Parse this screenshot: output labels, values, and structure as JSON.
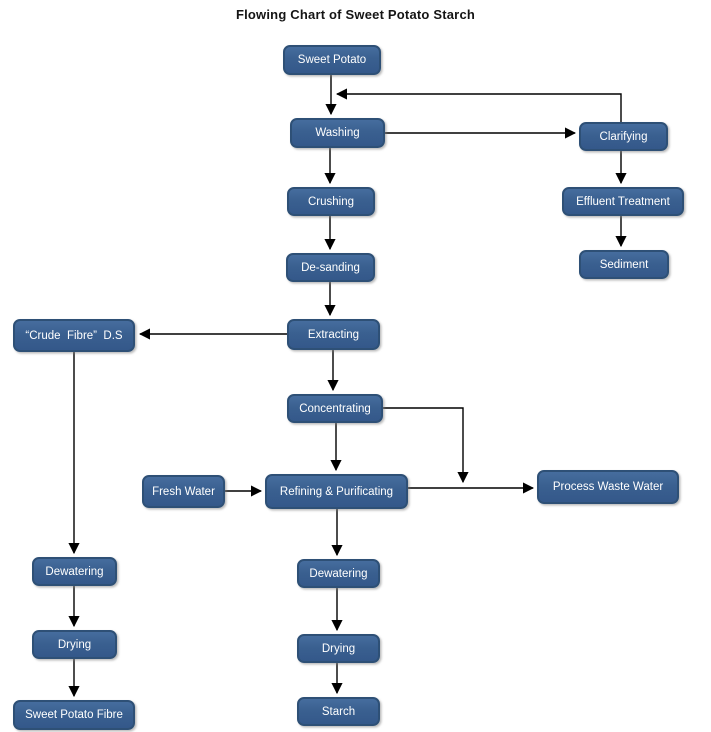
{
  "title": "Flowing Chart of Sweet Potato Starch",
  "colors": {
    "node_fill": "#3a6090",
    "node_border": "#2e5076",
    "node_text": "#ffffff",
    "connector": "#000000",
    "background": "#ffffff"
  },
  "nodes": {
    "sweet_potato": {
      "label": "Sweet Potato"
    },
    "washing": {
      "label": "Washing"
    },
    "clarifying": {
      "label": "Clarifying"
    },
    "crushing": {
      "label": "Crushing"
    },
    "effluent_treatment": {
      "label": "Effluent Treatment"
    },
    "de_sanding": {
      "label": "De-sanding"
    },
    "sediment": {
      "label": "Sediment"
    },
    "crude_fibre": {
      "label": "“Crude  Fibre”  D.S"
    },
    "extracting": {
      "label": "Extracting"
    },
    "concentrating": {
      "label": "Concentrating"
    },
    "fresh_water": {
      "label": "Fresh Water"
    },
    "refining": {
      "label": "Refining & Purificating"
    },
    "process_waste_water": {
      "label": "Process Waste Water"
    },
    "dewatering_center": {
      "label": "Dewatering"
    },
    "drying_center": {
      "label": "Drying"
    },
    "starch": {
      "label": "Starch"
    },
    "dewatering_left": {
      "label": "Dewatering"
    },
    "drying_left": {
      "label": "Drying"
    },
    "sweet_potato_fibre": {
      "label": "Sweet Potato Fibre"
    }
  },
  "edges": [
    {
      "from": "sweet_potato",
      "to": "washing"
    },
    {
      "from": "clarifying",
      "to": "washing",
      "note": "return line across the top"
    },
    {
      "from": "washing",
      "to": "clarifying"
    },
    {
      "from": "washing",
      "to": "crushing"
    },
    {
      "from": "crushing",
      "to": "de_sanding"
    },
    {
      "from": "de_sanding",
      "to": "extracting"
    },
    {
      "from": "extracting",
      "to": "crude_fibre"
    },
    {
      "from": "extracting",
      "to": "concentrating"
    },
    {
      "from": "concentrating",
      "to": "refining"
    },
    {
      "from": "concentrating",
      "to": "process_waste_water",
      "note": "joins refining-to-waste line"
    },
    {
      "from": "fresh_water",
      "to": "refining"
    },
    {
      "from": "refining",
      "to": "process_waste_water"
    },
    {
      "from": "refining",
      "to": "dewatering_center"
    },
    {
      "from": "dewatering_center",
      "to": "drying_center"
    },
    {
      "from": "drying_center",
      "to": "starch"
    },
    {
      "from": "crude_fibre",
      "to": "dewatering_left"
    },
    {
      "from": "dewatering_left",
      "to": "drying_left"
    },
    {
      "from": "drying_left",
      "to": "sweet_potato_fibre"
    },
    {
      "from": "clarifying",
      "to": "effluent_treatment"
    },
    {
      "from": "effluent_treatment",
      "to": "sediment"
    }
  ]
}
